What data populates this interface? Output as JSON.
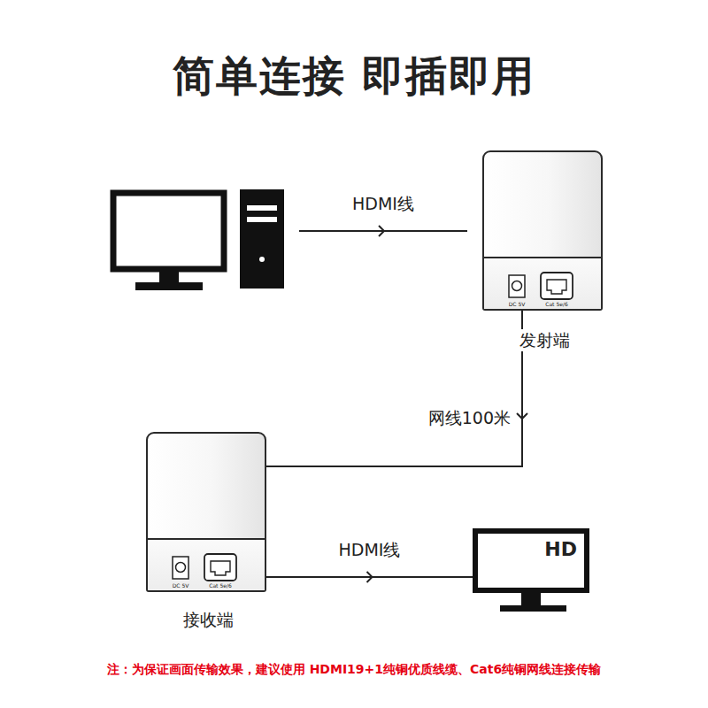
{
  "diagram": {
    "title": "简单连接 即插即用",
    "caption": "注：为保证画面传输效果，建议使用 HDMI19+1纯铜优质线缆、Cat6纯铜网线连接传输",
    "nodes": [
      {
        "text": [
          "DC 5V",
          "Cat 5e/6",
          "发射端"
        ]
      },
      {
        "text": [
          "DC 5V",
          "Cat 5e/6",
          "接收端"
        ]
      },
      {
        "text": [
          "HD"
        ]
      }
    ],
    "edges": [
      {
        "from": 0,
        "to": 1,
        "arrow": "to",
        "label": "网线100米"
      },
      {
        "from": 1,
        "to": 2,
        "arrow": "to",
        "label": "HDMI线"
      }
    ],
    "labels": [
      "HDMI线"
    ]
  }
}
